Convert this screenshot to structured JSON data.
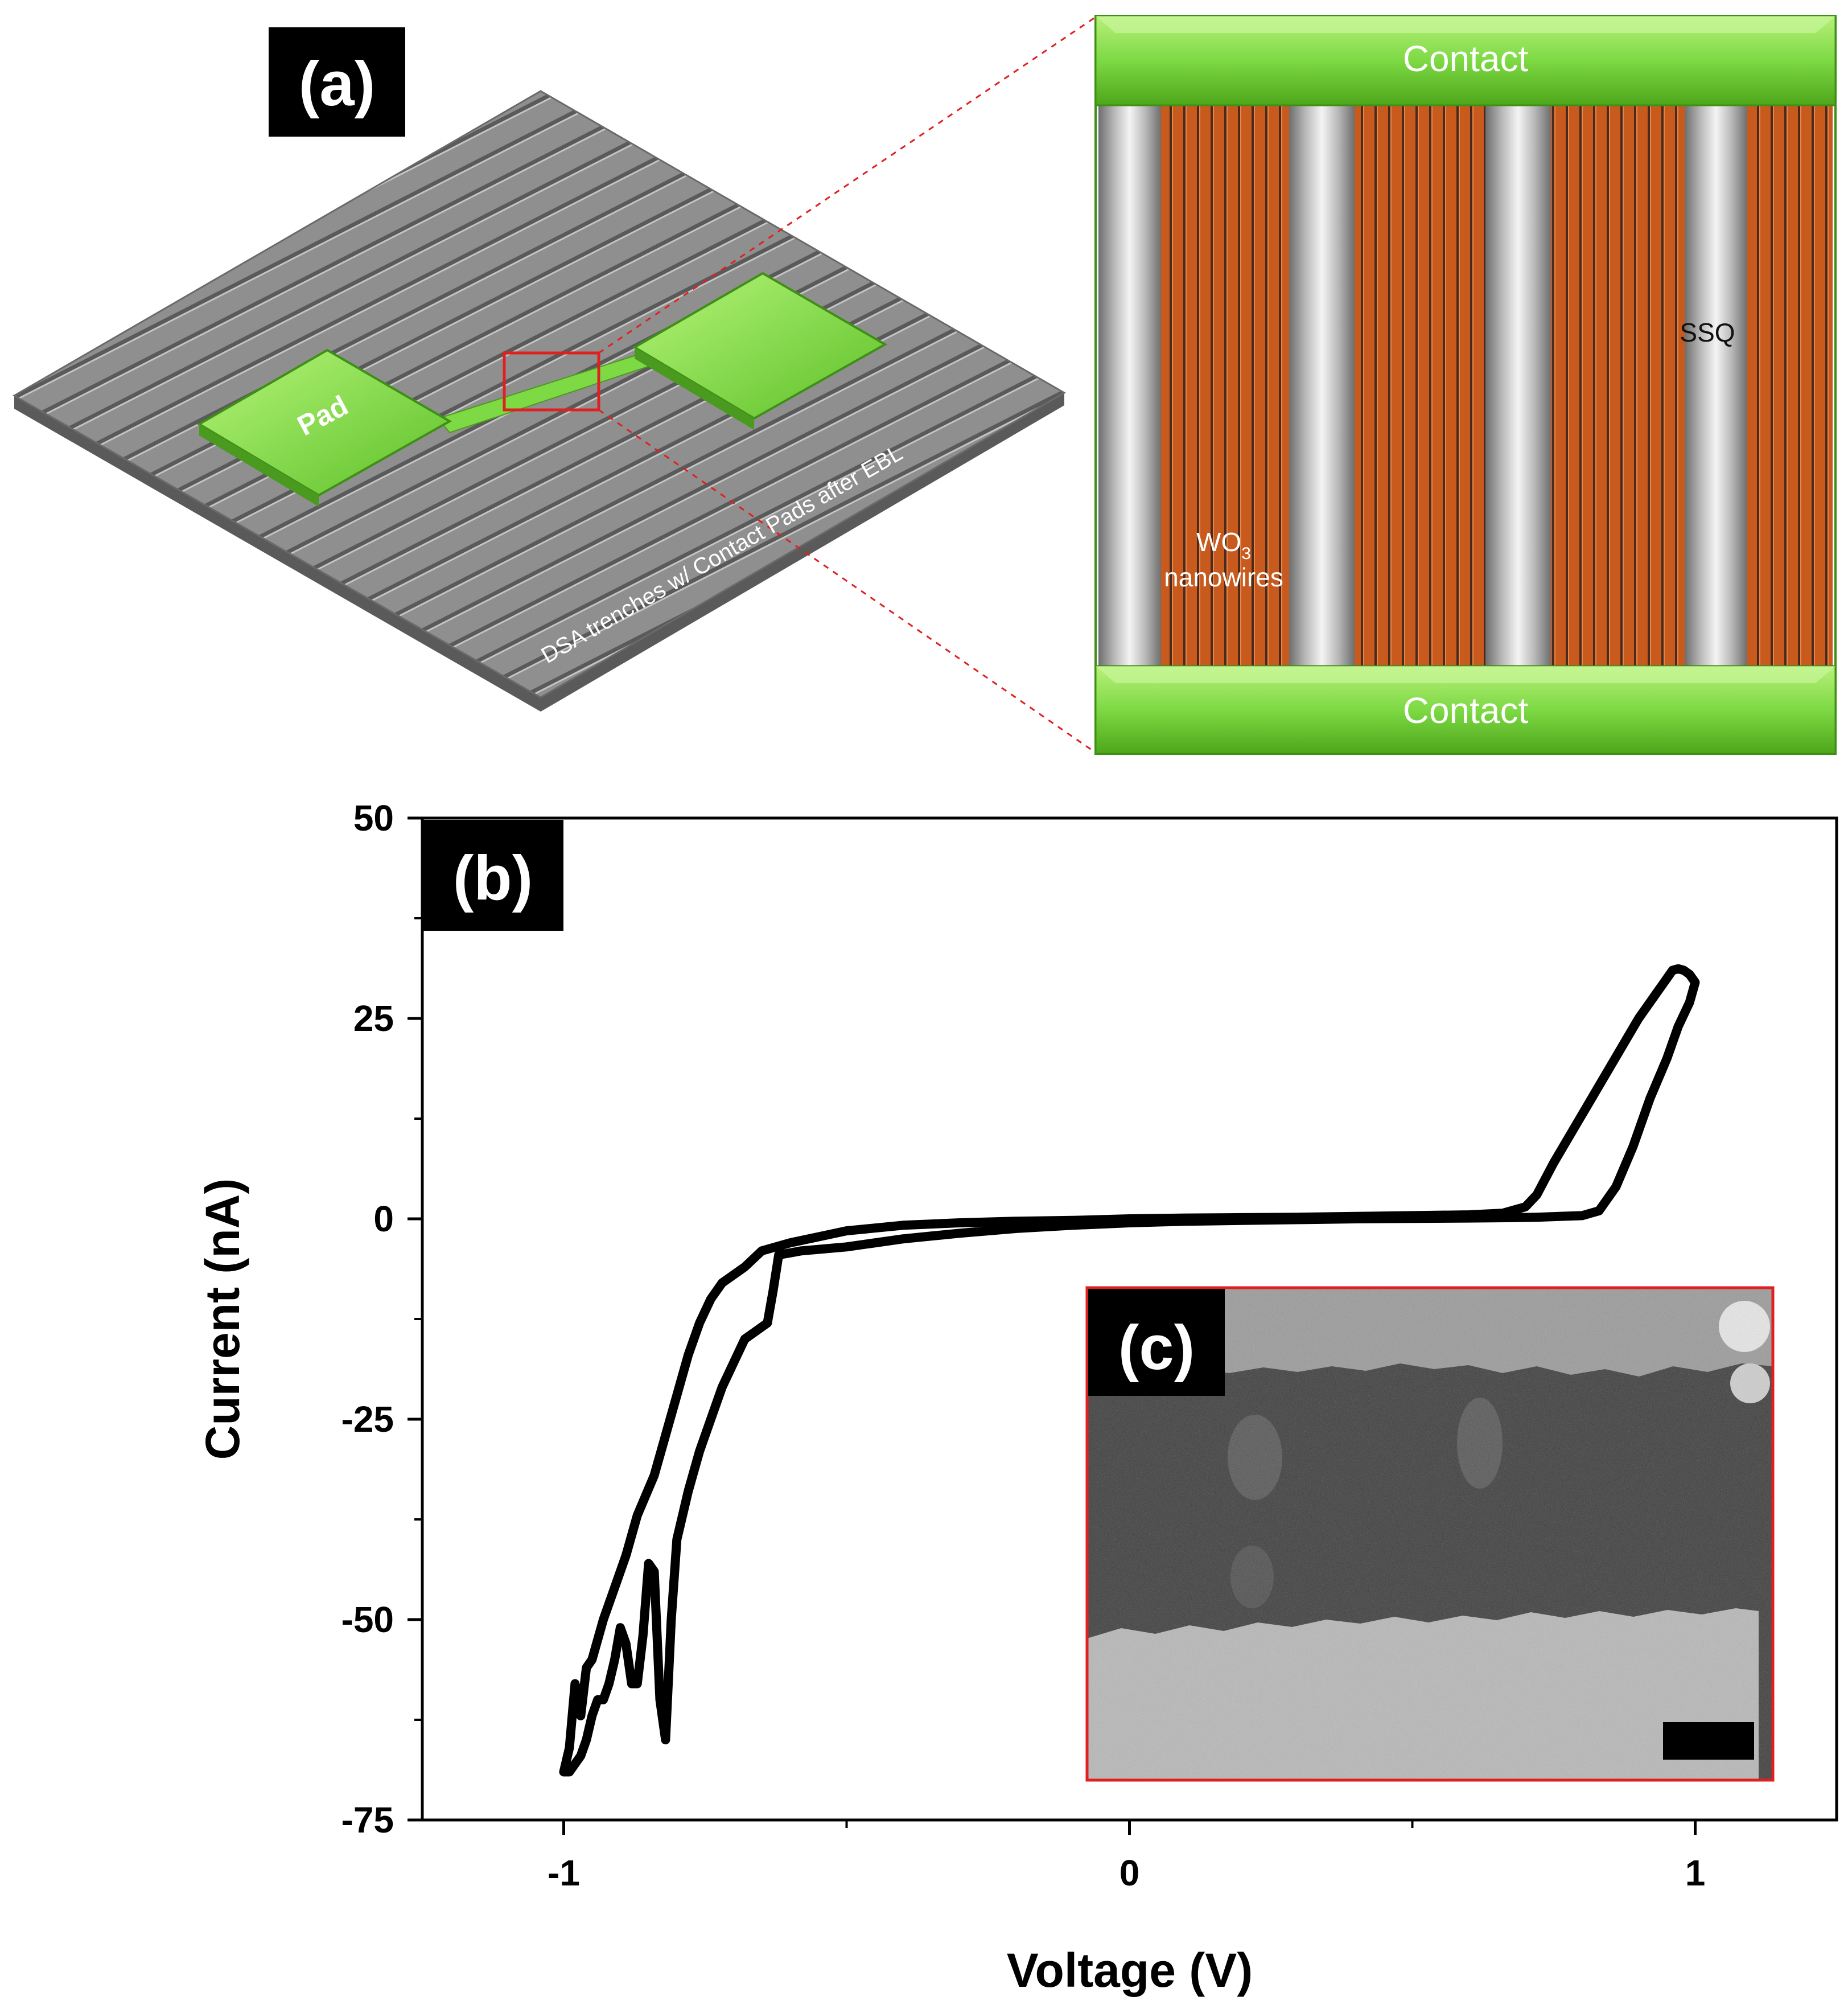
{
  "panels": {
    "a": {
      "label": "(a)",
      "pad_label": "Pad",
      "substrate_caption": "DSA trenches w/ Contact Pads after EBL",
      "contact_top": "Contact",
      "contact_bottom": "Contact",
      "wo3_main": "WO",
      "wo3_sub": "3",
      "wo3_line2": "nanowires",
      "ssq_label": "SSQ"
    },
    "b": {
      "label": "(b)"
    },
    "c": {
      "label": "(c)"
    }
  },
  "chart_data": {
    "type": "line",
    "title": "",
    "xlabel": "Voltage (V)",
    "ylabel": "Current (nA)",
    "xlim": [
      -1.25,
      1.25
    ],
    "ylim": [
      -75,
      50
    ],
    "x_major_ticks": [
      -1,
      0,
      1
    ],
    "x_tick_labels": [
      "-1",
      "0",
      "1"
    ],
    "x_minor_ticks": [
      -0.5,
      0.5
    ],
    "y_major_ticks": [
      -75,
      -50,
      -25,
      0,
      25,
      50
    ],
    "y_tick_labels": [
      "-75",
      "-50",
      "-25",
      "0",
      "25",
      "50"
    ],
    "grid": false,
    "legend": "none",
    "series": [
      {
        "color": "#000000",
        "x": [
          -1.0,
          -0.99,
          -0.98,
          -0.97,
          -0.96,
          -0.95,
          -0.93,
          -0.91,
          -0.89,
          -0.87,
          -0.84,
          -0.82,
          -0.8,
          -0.78,
          -0.76,
          -0.74,
          -0.72,
          -0.7,
          -0.68,
          -0.65,
          -0.6,
          -0.5,
          -0.4,
          -0.3,
          -0.2,
          -0.1,
          0.0,
          0.1,
          0.2,
          0.3,
          0.4,
          0.5,
          0.6,
          0.66,
          0.7,
          0.72,
          0.75,
          0.8,
          0.85,
          0.9,
          0.93,
          0.95,
          0.96,
          0.97,
          0.98,
          0.99,
          1.0,
          0.99,
          0.97,
          0.95,
          0.92,
          0.89,
          0.86,
          0.83,
          0.8,
          0.76,
          0.72,
          0.68,
          0.6,
          0.5,
          0.4,
          0.3,
          0.2,
          0.1,
          0.0,
          -0.1,
          -0.2,
          -0.3,
          -0.4,
          -0.5,
          -0.58,
          -0.62,
          -0.63,
          -0.64,
          -0.66,
          -0.68,
          -0.7,
          -0.72,
          -0.74,
          -0.76,
          -0.78,
          -0.8,
          -0.81,
          -0.82,
          -0.83,
          -0.84,
          -0.85,
          -0.86,
          -0.87,
          -0.88,
          -0.89,
          -0.9,
          -0.91,
          -0.92,
          -0.93,
          -0.94,
          -0.95,
          -0.96,
          -0.97,
          -0.98,
          -0.99,
          -1.0
        ],
        "y": [
          -69,
          -66,
          -58,
          -62,
          -56,
          -55,
          -50,
          -46,
          -42,
          -37,
          -32,
          -27,
          -22,
          -17,
          -13,
          -10,
          -8,
          -7,
          -6,
          -4,
          -3,
          -1.5,
          -0.8,
          -0.5,
          -0.3,
          -0.2,
          0.0,
          0.1,
          0.15,
          0.2,
          0.3,
          0.4,
          0.5,
          0.7,
          1.5,
          3,
          7,
          13,
          19,
          25,
          28,
          30,
          31,
          31.2,
          31,
          30.5,
          29.5,
          27,
          24,
          20,
          15,
          9,
          4,
          1,
          0.4,
          0.3,
          0.2,
          0.15,
          0.1,
          0.05,
          0.0,
          -0.1,
          -0.2,
          -0.3,
          -0.5,
          -0.8,
          -1.2,
          -1.8,
          -2.5,
          -3.5,
          -4,
          -4.5,
          -9,
          -13,
          -14,
          -15,
          -18,
          -21,
          -25,
          -29,
          -34,
          -40,
          -50,
          -65,
          -60,
          -44,
          -43,
          -52,
          -58,
          -58,
          -53,
          -51,
          -55,
          -58,
          -60,
          -60,
          -62,
          -65,
          -67,
          -68,
          -69,
          -69
        ]
      }
    ]
  },
  "colors": {
    "accent_green": "#7dd944",
    "nanowire_orange": "#c95a1e",
    "ssq_gray": "#a8a8a8",
    "substrate_gray": "#8a8a8a",
    "highlight_red": "#e02020",
    "curve": "#000000"
  }
}
